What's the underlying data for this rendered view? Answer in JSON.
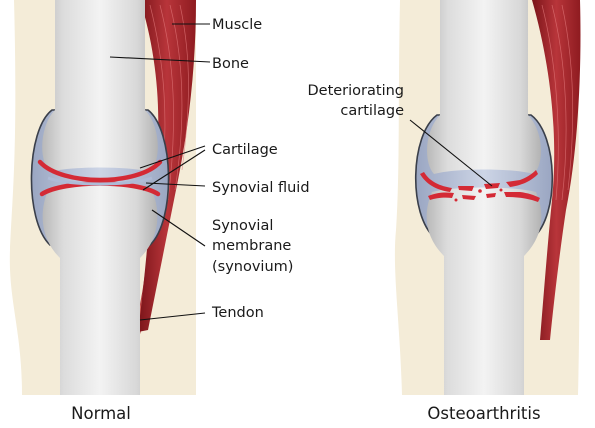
{
  "labels": {
    "muscle": "Muscle",
    "bone": "Bone",
    "cartilage": "Cartilage",
    "synovial_fluid": "Synovial fluid",
    "synovial_membrane_line1": "Synovial",
    "synovial_membrane_line2": "membrane",
    "synovial_membrane_line3": "(synovium)",
    "tendon": "Tendon",
    "deteriorating_line1": "Deteriorating",
    "deteriorating_line2": "cartilage"
  },
  "captions": {
    "normal": "Normal",
    "osteoarthritis": "Osteoarthritis"
  },
  "colors": {
    "bone_light": "#eeeeee",
    "bone_shade": "#bfbfbf",
    "capsule_fill": "#b4bfd6",
    "capsule_outline": "#3a3f4a",
    "cartilage": "#d42a35",
    "muscle_dark": "#8e1b20",
    "muscle_light": "#d9665f",
    "skin": "#f4ecd8"
  }
}
